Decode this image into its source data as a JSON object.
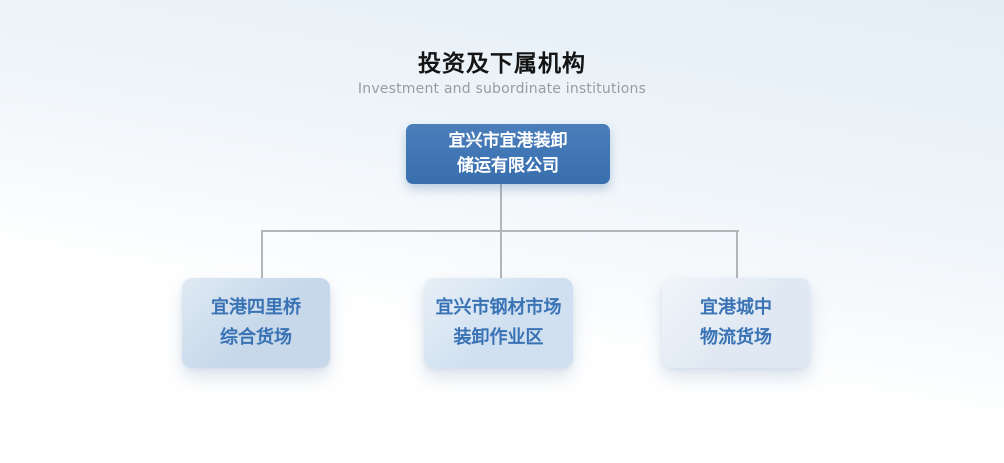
{
  "header": {
    "title": "投资及下属机构",
    "subtitle": "Investment and subordinate institutions"
  },
  "chart": {
    "root": {
      "line1": "宜兴市宜港装卸",
      "line2": "储运有限公司"
    },
    "children": [
      {
        "line1": "宜港四里桥",
        "line2": "综合货场"
      },
      {
        "line1": "宜兴市钢材市场",
        "line2": "装卸作业区"
      },
      {
        "line1": "宜港城中",
        "line2": "物流货场"
      }
    ]
  },
  "colors": {
    "title_text": "#141414",
    "subtitle_text": "#9b9b9b",
    "root_box_bg": "#3b73b5",
    "root_box_text": "#ffffff",
    "child_box_text": "#3a73b5",
    "child_box_bg_1": "#c6d8ea",
    "child_box_bg_2": "#d0e0f0",
    "child_box_bg_3": "#e0e9f3",
    "connector": "#b4b5b7",
    "page_bg_top": "#e3eef7",
    "page_bg_bottom": "#ffffff"
  }
}
